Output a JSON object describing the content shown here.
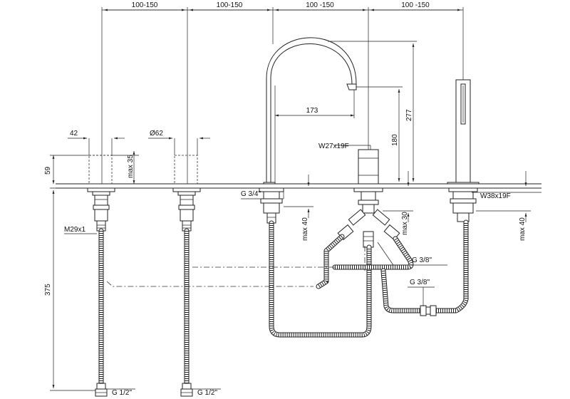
{
  "dimensions": {
    "top_spacing_1": "100-150",
    "top_spacing_2": "100-150",
    "top_spacing_3": "100 -150",
    "top_spacing_4": "100 -150",
    "spout_reach": "173",
    "spout_height_180": "180",
    "spout_height_277": "277",
    "handle_width": "42",
    "handle_diameter": "Ø62",
    "handle_max_35": "max 35",
    "height_59": "59",
    "length_375": "375",
    "max_40_left": "max 40",
    "max_30": "max 30",
    "max_40_right": "max 40"
  },
  "threads": {
    "m29": "M29x1",
    "g34": "G 3/4\"",
    "w27": "W27x19F",
    "w38": "W38x19F",
    "g38_upper": "G 3/8\"",
    "g38_lower": "G 3/8\"",
    "g12_left": "G 1/2\"",
    "g12_right": "G 1/2\""
  }
}
